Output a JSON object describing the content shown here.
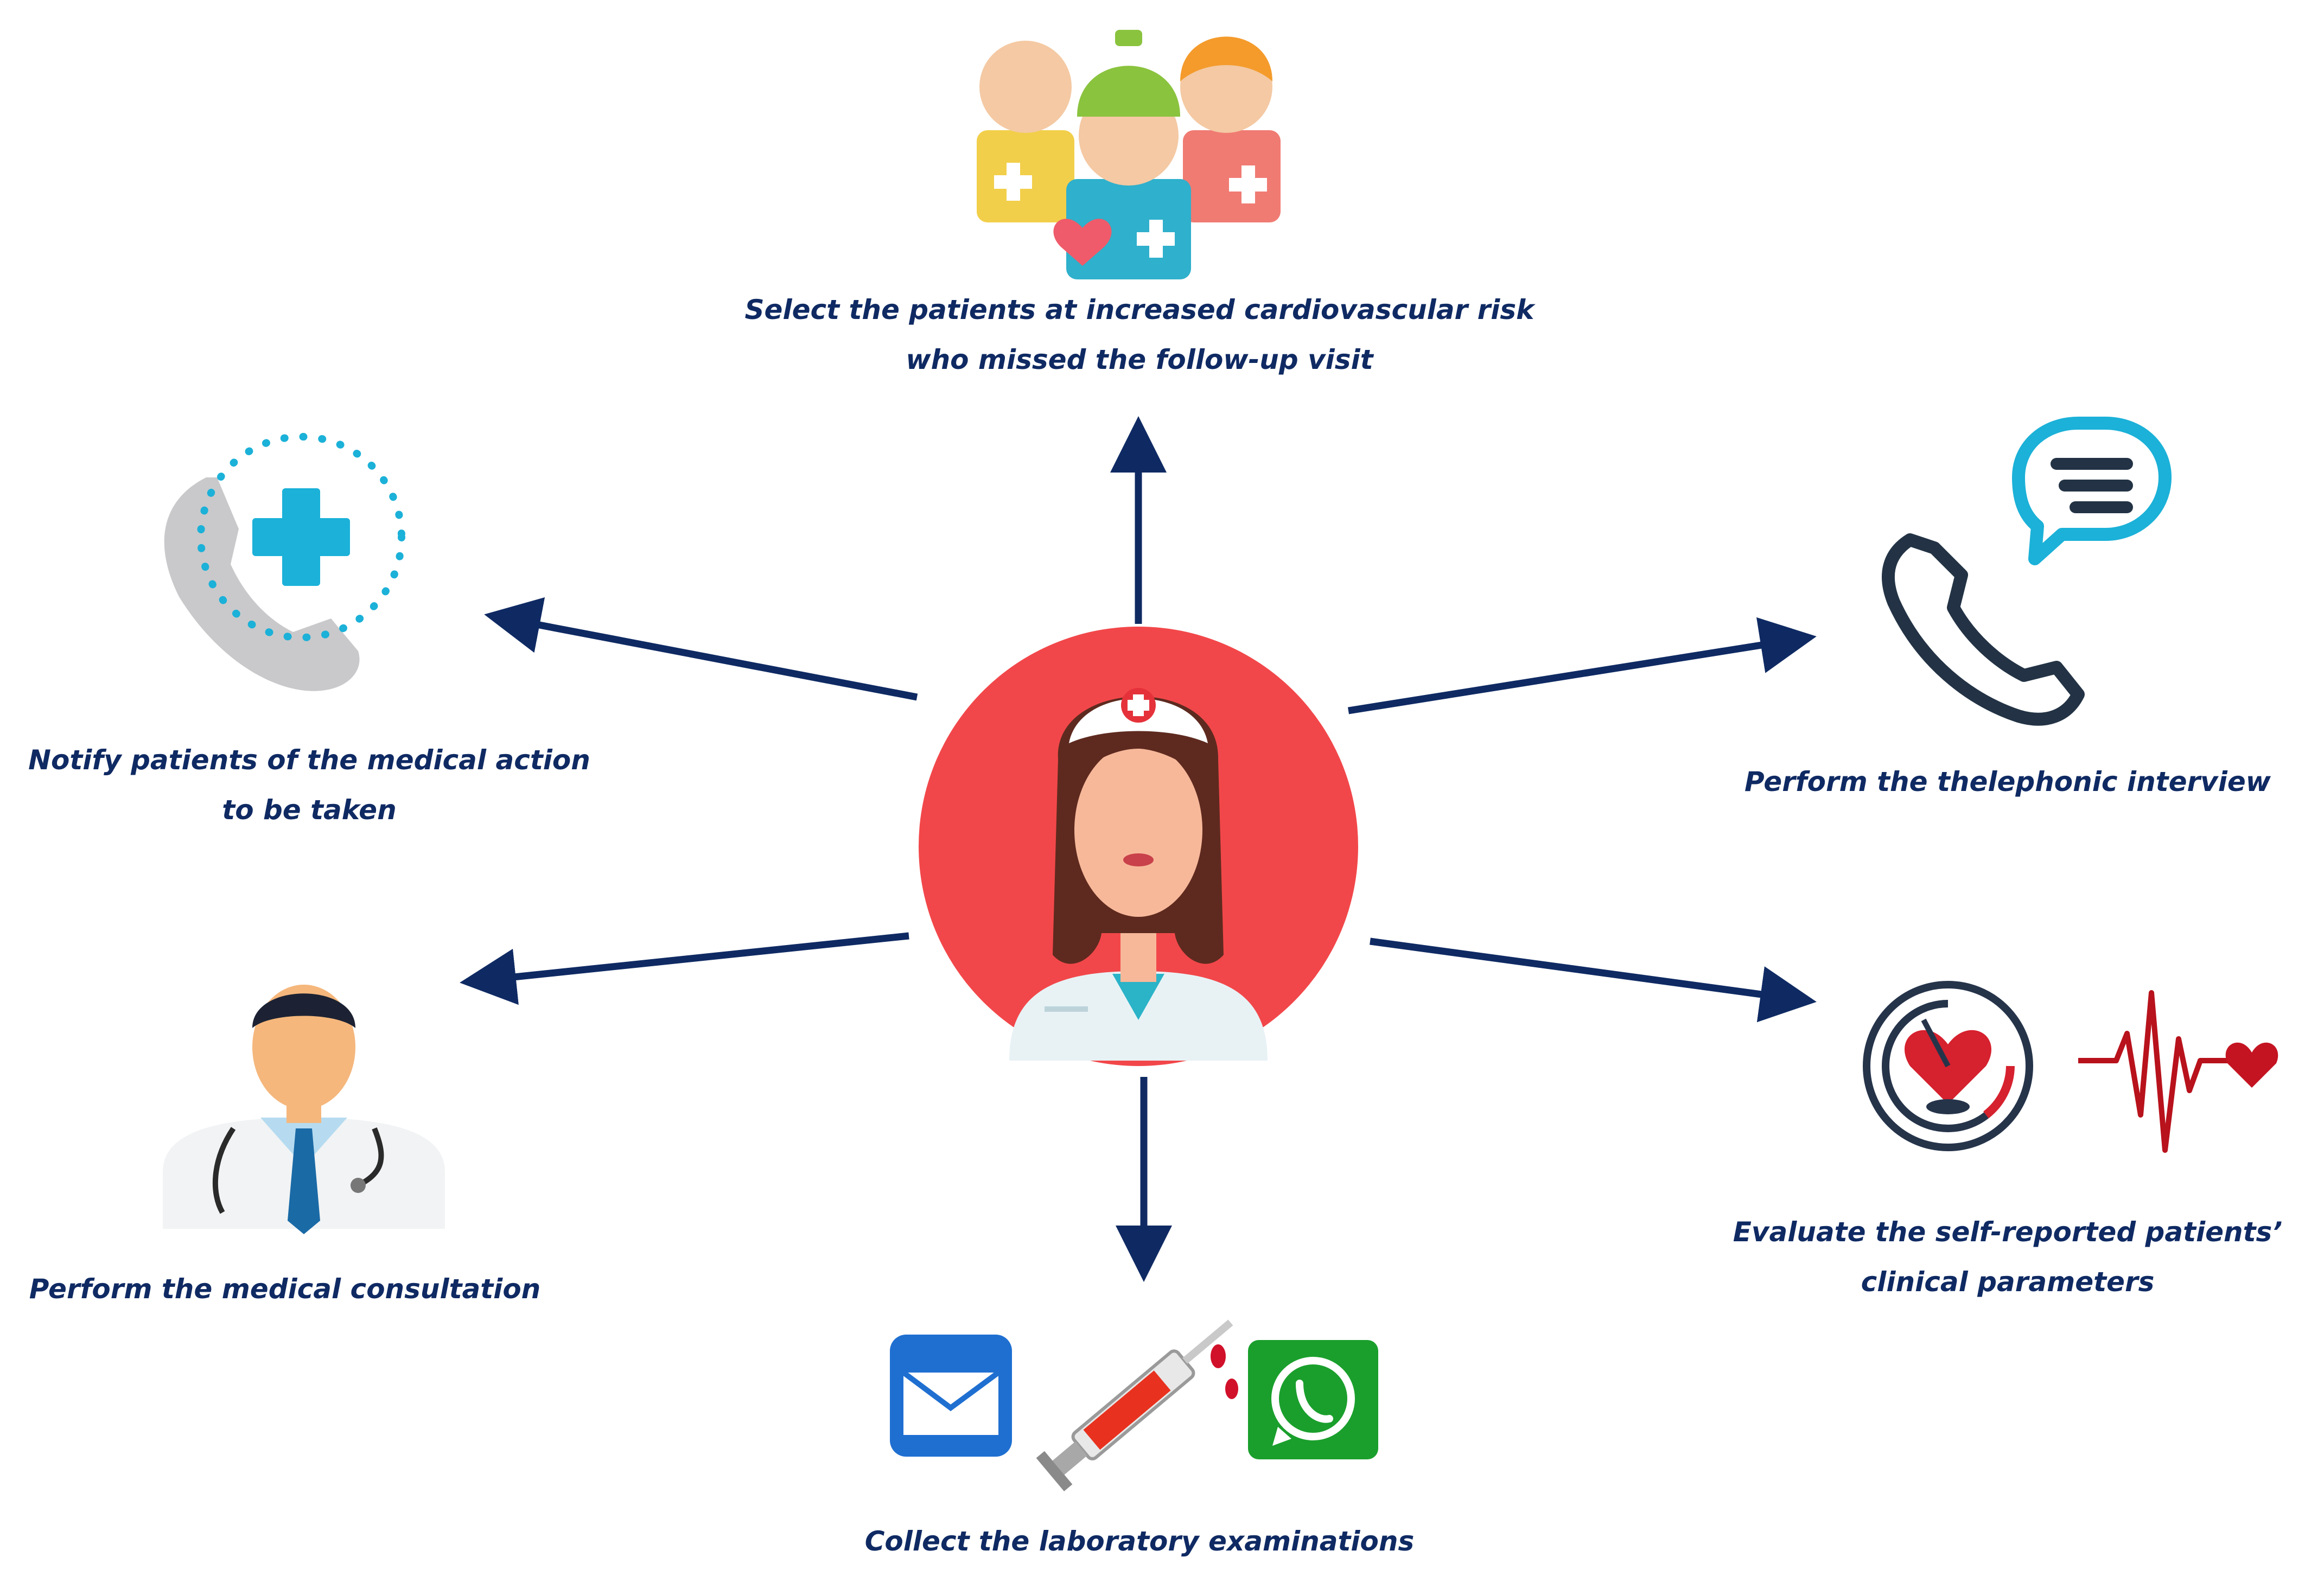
{
  "hub": {
    "icon": "nurse-icon",
    "circle_color": "#f2474a",
    "arrow_color": "#0f2a63"
  },
  "nodes": {
    "select": {
      "icon": "patients-group-icon",
      "line1": "Select the patients at increased cardiovascular risk",
      "line2": "who missed the follow-up visit"
    },
    "telephonic": {
      "icon": "phone-chat-icon",
      "line1": "Perform the thelephonic interview"
    },
    "evaluate": {
      "icon": "heart-gauge-icon",
      "icon2": "heartbeat-line-icon",
      "line1": "Evaluate the self-reported patients’",
      "line2": "clinical parameters"
    },
    "collect": {
      "icons": [
        "mail-icon",
        "syringe-icon",
        "whatsapp-icon"
      ],
      "line1": "Collect the laboratory examinations"
    },
    "consultation": {
      "icon": "doctor-icon",
      "line1": "Perform the medical consultation"
    },
    "notify": {
      "icon": "medical-phone-icon",
      "line1": "Notify patients of the medical action",
      "line2": "to be taken"
    }
  },
  "colors": {
    "label_text": "#0f2a63",
    "accent_blue": "#1bb1d8",
    "heart_red": "#d6212e"
  }
}
